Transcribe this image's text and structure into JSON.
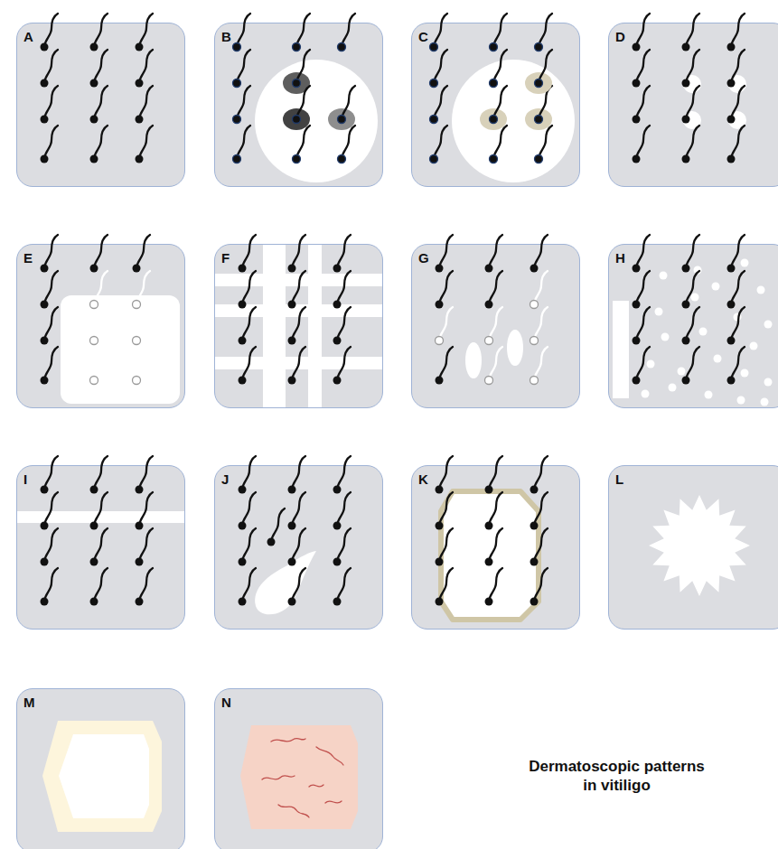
{
  "diagram": {
    "title": "Dermatoscopic patterns in vitiligo",
    "nodes": [
      {
        "text": [
          "A"
        ]
      },
      {
        "text": [
          "B"
        ]
      },
      {
        "text": [
          "C"
        ]
      },
      {
        "text": [
          "D"
        ]
      },
      {
        "text": [
          "E"
        ]
      },
      {
        "text": [
          "F"
        ]
      },
      {
        "text": [
          "G"
        ]
      },
      {
        "text": [
          "H"
        ]
      },
      {
        "text": [
          "I"
        ]
      },
      {
        "text": [
          "J"
        ]
      },
      {
        "text": [
          "K"
        ]
      },
      {
        "text": [
          "L"
        ]
      },
      {
        "text": [
          "M"
        ]
      },
      {
        "text": [
          "N"
        ]
      }
    ]
  }
}
